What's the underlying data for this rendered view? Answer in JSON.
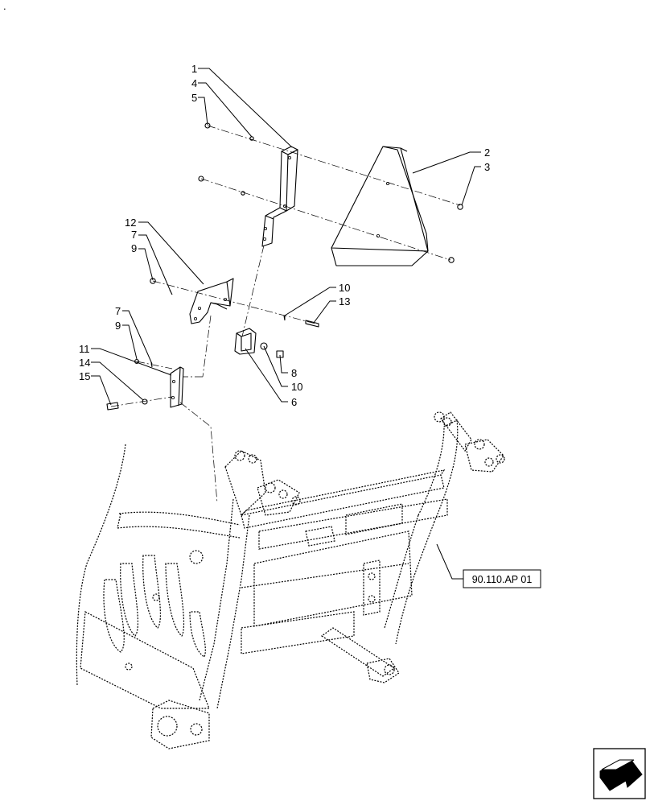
{
  "callouts": {
    "c1": "1",
    "c4": "4",
    "c5": "5",
    "c2": "2",
    "c3": "3",
    "c12": "12",
    "c7a": "7",
    "c9a": "9",
    "c10a": "10",
    "c13": "13",
    "c7b": "7",
    "c9b": "9",
    "c11": "11",
    "c14": "14",
    "c15": "15",
    "c8": "8",
    "c10b": "10",
    "c6": "6"
  },
  "reference": {
    "label": "90.110.AP 01"
  },
  "corner_mark": ".",
  "nav_icon": "next-page-arrow-icon"
}
